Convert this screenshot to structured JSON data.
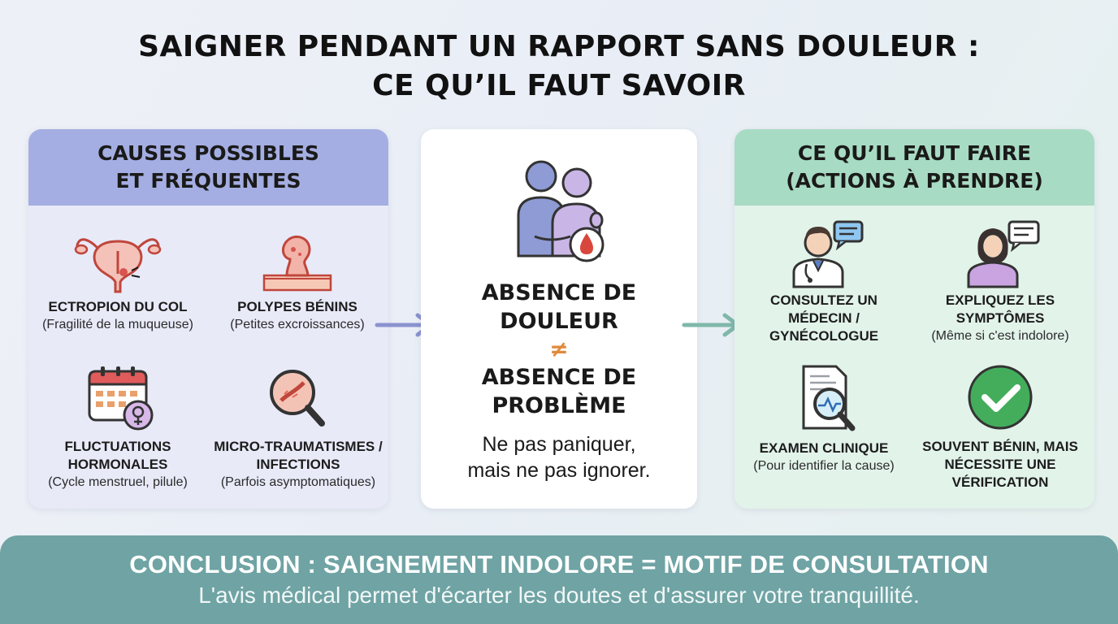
{
  "title": {
    "line1": "SAIGNER PENDANT UN RAPPORT SANS DOULEUR :",
    "line2": "CE QU’IL FAUT SAVOIR"
  },
  "causes": {
    "header_line1": "CAUSES POSSIBLES",
    "header_line2": "ET FRÉQUENTES",
    "items": [
      {
        "name_line1": "ECTROPION DU COL",
        "name_line2": "",
        "sub": "(Fragilité de la muqueuse)",
        "icon": "uterus-icon"
      },
      {
        "name_line1": "POLYPES BÉNINS",
        "name_line2": "",
        "sub": "(Petites excroissances)",
        "icon": "polyp-icon"
      },
      {
        "name_line1": "FLUCTUATIONS",
        "name_line2": "HORMONALES",
        "sub": "(Cycle menstruel, pilule)",
        "icon": "calendar-female-icon"
      },
      {
        "name_line1": "MICRO-TRAUMATISMES /",
        "name_line2": "INFECTIONS",
        "sub": "(Parfois asymptomatiques)",
        "icon": "magnifier-lesion-icon"
      }
    ]
  },
  "center": {
    "line1": "ABSENCE DE",
    "line2": "DOULEUR",
    "neq": "≠",
    "line3": "ABSENCE DE",
    "line4": "PROBLÈME",
    "note1": "Ne pas paniquer,",
    "note2": "mais ne pas ignorer.",
    "icon": "couple-blood-drop-icon"
  },
  "actions": {
    "header_line1": "CE QU’IL FAUT FAIRE",
    "header_line2": "(ACTIONS À PRENDRE)",
    "items": [
      {
        "name_line1": "CONSULTEZ UN",
        "name_line2": "MÉDECIN /",
        "name_line3": "GYNÉCOLOGUE",
        "sub": "",
        "icon": "doctor-chat-icon"
      },
      {
        "name_line1": "EXPLIQUEZ LES",
        "name_line2": "SYMPTÔMES",
        "name_line3": "",
        "sub": "(Même si c'est indolore)",
        "icon": "woman-chat-icon"
      },
      {
        "name_line1": "EXAMEN CLINIQUE",
        "name_line2": "",
        "name_line3": "",
        "sub": "(Pour identifier la cause)",
        "icon": "document-magnifier-icon"
      },
      {
        "name_line1": "SOUVENT BÉNIN, MAIS",
        "name_line2": "NÉCESSITE UNE",
        "name_line3": "VÉRIFICATION",
        "sub": "",
        "icon": "check-circle-icon"
      }
    ]
  },
  "footer": {
    "headline": "CONCLUSION : SAIGNEMENT INDOLORE = MOTIF DE CONSULTATION",
    "text": "L'avis médical permet d'écarter les doutes et d'assurer votre tranquillité."
  },
  "colors": {
    "left_header": "#a4aee2",
    "right_header": "#a8dbc3",
    "footer": "#6fa3a4",
    "neq": "#e08a3c"
  }
}
